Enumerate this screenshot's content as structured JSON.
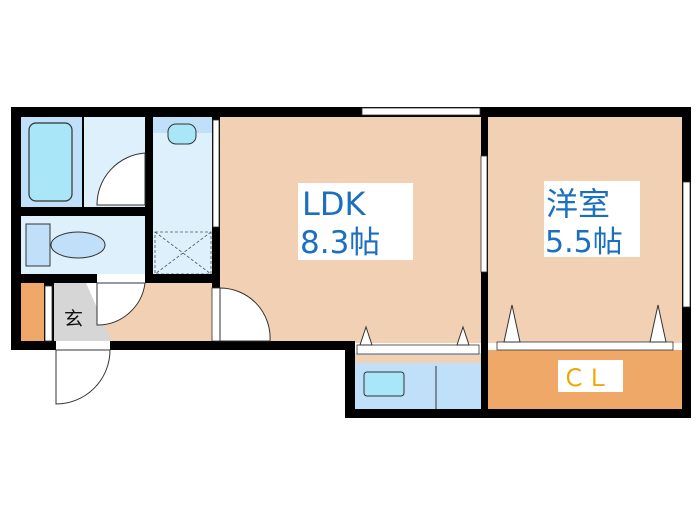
{
  "rooms": {
    "ldk": {
      "name": "LDK",
      "size": "8.3帖"
    },
    "western": {
      "name": "洋室",
      "size": "5.5帖"
    },
    "closet": {
      "name": "ＣＬ"
    },
    "entrance": {
      "name": "玄"
    }
  },
  "colors": {
    "wall": "#000000",
    "room_floor": "#f2d0b4",
    "closet": "#f0a868",
    "wet_area": "#ddf0fb",
    "fixture": "#a8e6f8",
    "fixture_dark": "#bfe0f8",
    "entrance_floor": "#d6d6d6",
    "label_text": "#1a6fc0",
    "closet_text": "#f0a800"
  }
}
